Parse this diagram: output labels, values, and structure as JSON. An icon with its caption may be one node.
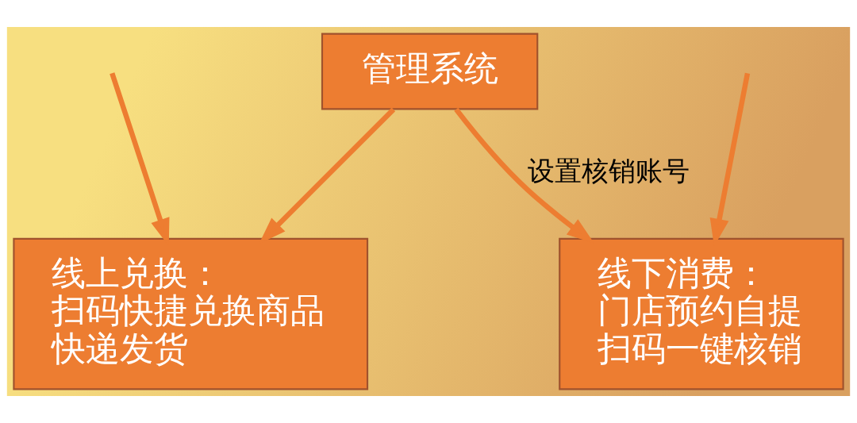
{
  "diagram": {
    "nodes": [
      {
        "text": [
          "管理系统"
        ]
      },
      {
        "text": [
          "线上兑换：",
          "扫码快捷兑换商品",
          "快递发货"
        ]
      },
      {
        "text": [
          "线下消费：",
          "门店预约自提",
          "扫码一键核销"
        ]
      }
    ],
    "edges": [
      {
        "from": 0,
        "to": 1,
        "arrow": "to"
      },
      {
        "from": 0,
        "to": 2,
        "arrow": "to",
        "label": "设置核销账号"
      },
      {
        "from": null,
        "to": 1,
        "arrow": "to"
      },
      {
        "from": null,
        "to": 2,
        "arrow": "to"
      }
    ]
  }
}
